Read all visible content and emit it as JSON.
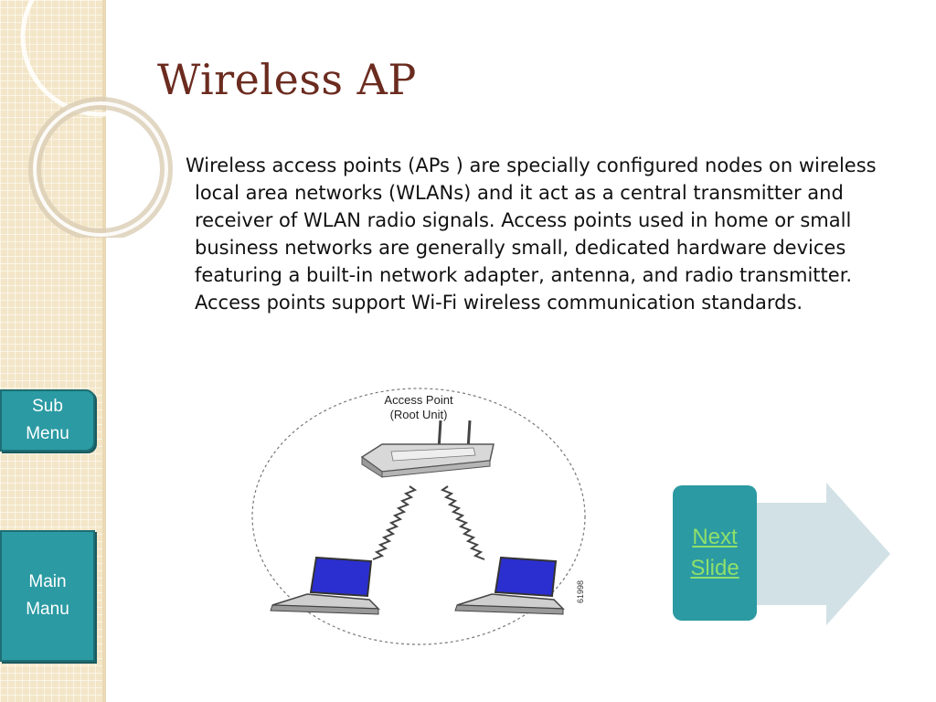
{
  "slide": {
    "title": "Wireless AP",
    "body": "Wireless access points (APs ) are specially configured nodes on wireless local area networks (WLANs) and it act as a central transmitter and receiver of WLAN radio signals. Access points used in home or small business networks are generally small, dedicated hardware devices featuring a built-in network adapter, antenna, and radio transmitter. Access points support Wi-Fi wireless communication standards."
  },
  "nav": {
    "sub_menu": {
      "line1": "Sub",
      "line2": "Menu"
    },
    "main_menu": {
      "line1": "Main",
      "line2": "Manu"
    },
    "next": {
      "line1": "Next",
      "line2": "Slide"
    }
  },
  "diagram": {
    "label_line1": "Access Point",
    "label_line2": "(Root Unit)",
    "figure_id": "61998"
  },
  "colors": {
    "title": "#6b2b1f",
    "button": "#2b9aa3",
    "link": "#8fe06a",
    "arrow": "#d2e1e6",
    "strip": "#f3e6c8"
  }
}
